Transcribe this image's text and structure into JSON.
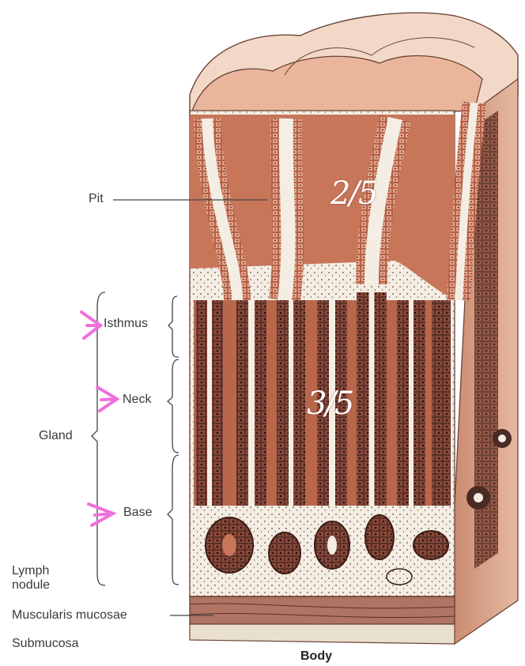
{
  "labels": {
    "pit": "Pit",
    "isthmus": "Isthmus",
    "neck": "Neck",
    "gland": "Gland",
    "base": "Base",
    "lymph_nodule": "Lymph\nnodule",
    "muscularis_mucosae": "Muscularis mucosae",
    "submucosa": "Submucosa",
    "caption": "Body"
  },
  "annotations": {
    "upper_ratio": "2/5",
    "lower_ratio": "3/5"
  },
  "colors": {
    "mucosa_surface": "#e8b79d",
    "pit_lumen_tissue": "#c8765a",
    "gland_cells": "#4a2a22",
    "lamina_propria": "#f4ede3",
    "submucosa": "#e9dfcf",
    "highlight_marker": "#f06fdc"
  }
}
